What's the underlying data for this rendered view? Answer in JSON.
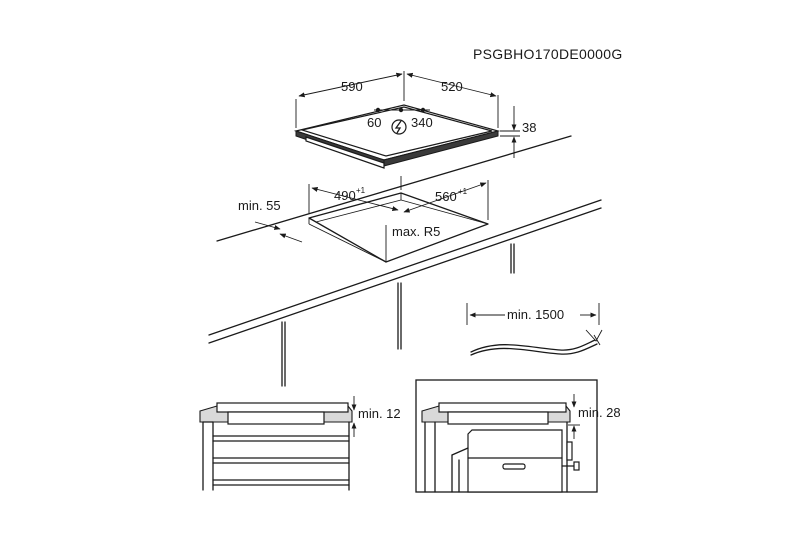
{
  "document_code": "PSGBHO170DE0000G",
  "hob": {
    "width": "590",
    "depth": "520",
    "height": "38",
    "left_offset": "60",
    "right_offset": "340"
  },
  "cutout": {
    "width": "490",
    "width_tol": "+1",
    "depth": "560",
    "depth_tol": "+1",
    "edge_distance": "min. 55",
    "corner_radius": "max. R5"
  },
  "cable": {
    "length": "min. 1500"
  },
  "clearance_left": {
    "label": "min. 12"
  },
  "clearance_right": {
    "label": "min. 28"
  },
  "icons": {
    "power": "power-connection-icon"
  }
}
